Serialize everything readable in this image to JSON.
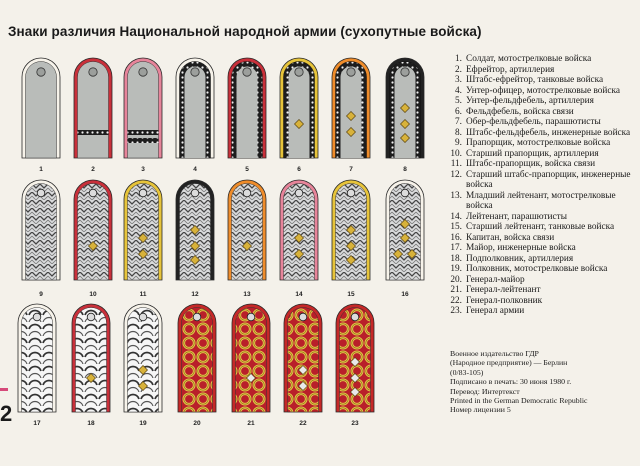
{
  "page": {
    "title": "Знаки различия Национальной народной армии (сухопутные войска)",
    "page_number": "2"
  },
  "colors": {
    "motorized_infantry": "#f7f3ea",
    "artillery": "#c9303a",
    "tank": "#e7849a",
    "signals": "#e7c43a",
    "paratroopers": "#ef8c2a",
    "engineers": "#222222",
    "generals": "#c62828",
    "general_gold": "#d9b23c"
  },
  "boards": [
    {
      "num": "1",
      "base": "gray",
      "border": "motorized_infantry",
      "lace": "none",
      "stripes": 0,
      "stars": 0
    },
    {
      "num": "2",
      "base": "gray",
      "border": "artillery",
      "lace": "none",
      "stripes": 1,
      "stars": 0
    },
    {
      "num": "3",
      "base": "gray",
      "border": "tank",
      "lace": "none",
      "stripes": 2,
      "stars": 0
    },
    {
      "num": "4",
      "base": "gray",
      "border": "motorized_infantry",
      "lace": "full",
      "stripes": 0,
      "stars": 0
    },
    {
      "num": "5",
      "base": "gray",
      "border": "artillery",
      "lace": "full",
      "stripes": 0,
      "stars": 0
    },
    {
      "num": "6",
      "base": "gray",
      "border": "signals",
      "lace": "full",
      "stripes": 0,
      "stars": 1
    },
    {
      "num": "7",
      "base": "gray",
      "border": "paratroopers",
      "lace": "full",
      "stripes": 0,
      "stars": 2
    },
    {
      "num": "8",
      "base": "gray",
      "border": "engineers",
      "lace": "full",
      "stripes": 0,
      "stars": 3
    },
    {
      "num": "9",
      "base": "braid",
      "border": "motorized_infantry",
      "stars": 0
    },
    {
      "num": "10",
      "base": "braid",
      "border": "artillery",
      "stars": 1
    },
    {
      "num": "11",
      "base": "braid",
      "border": "signals",
      "stars": 2
    },
    {
      "num": "12",
      "base": "braid",
      "border": "engineers",
      "stars": 3
    },
    {
      "num": "13",
      "base": "braid",
      "border": "paratroopers",
      "stars": 1
    },
    {
      "num": "14",
      "base": "braid",
      "border": "tank",
      "stars": 2
    },
    {
      "num": "15",
      "base": "braid",
      "border": "signals",
      "stars": 3
    },
    {
      "num": "16",
      "base": "braid",
      "border": "motorized_infantry",
      "stars": 4
    },
    {
      "num": "17",
      "base": "plait",
      "border": "motorized_infantry",
      "stars": 0
    },
    {
      "num": "18",
      "base": "plait",
      "border": "artillery",
      "stars": 1
    },
    {
      "num": "19",
      "base": "plait",
      "border": "motorized_infantry",
      "stars": 2
    },
    {
      "num": "20",
      "base": "gold",
      "border": "generals",
      "stars": 0
    },
    {
      "num": "21",
      "base": "gold",
      "border": "generals",
      "stars": 1
    },
    {
      "num": "22",
      "base": "gold",
      "border": "generals",
      "stars": 2
    },
    {
      "num": "23",
      "base": "gold",
      "border": "generals",
      "stars": 3
    }
  ],
  "legend": [
    {
      "num": "1.",
      "text": "Солдат, мотострелковые войска"
    },
    {
      "num": "2.",
      "text": "Ефрейтор, артиллерия"
    },
    {
      "num": "3.",
      "text": "Штабс-ефрейтор, танковые войска"
    },
    {
      "num": "4.",
      "text": "Унтер-офицер, мотострелковые войска"
    },
    {
      "num": "5.",
      "text": "Унтер-фельдфебель, артиллерия"
    },
    {
      "num": "6.",
      "text": "Фельдфебель, войска связи"
    },
    {
      "num": "7.",
      "text": "Обер-фельдфебель, парашютисты"
    },
    {
      "num": "8.",
      "text": "Штабс-фельдфебель, инженерные войска"
    },
    {
      "num": "9.",
      "text": "Прапорщик, мотострелковые войска"
    },
    {
      "num": "10.",
      "text": "Старший прапорщик, артиллерия"
    },
    {
      "num": "11.",
      "text": "Штабс-прапорщик, войска связи"
    },
    {
      "num": "12.",
      "text": "Старший штабс-прапорщик, инженерные войска"
    },
    {
      "num": "13.",
      "text": "Младший лейтенант, мотострелковые войска"
    },
    {
      "num": "14.",
      "text": "Лейтенант, парашютисты"
    },
    {
      "num": "15.",
      "text": "Старший лейтенант, танковые войска"
    },
    {
      "num": "16.",
      "text": "Капитан, войска связи"
    },
    {
      "num": "17.",
      "text": "Майор, инженерные войска"
    },
    {
      "num": "18.",
      "text": "Подполковник, артиллерия"
    },
    {
      "num": "19.",
      "text": "Полковник, мотострелковые войска"
    },
    {
      "num": "20.",
      "text": "Генерал-майор"
    },
    {
      "num": "21.",
      "text": "Генерал-лейтенант"
    },
    {
      "num": "22.",
      "text": "Генерал-полковник"
    },
    {
      "num": "23.",
      "text": "Генерал армии"
    }
  ],
  "imprint": [
    "Военное издательство ГДР",
    "(Народное предприятие) — Берлин",
    "(0/83-105)",
    "Подписано в печать: 30 июня 1980 г.",
    "Перевод: Интертекст",
    "Printed in the German Democratic Republic",
    "Номер лицензии 5"
  ]
}
